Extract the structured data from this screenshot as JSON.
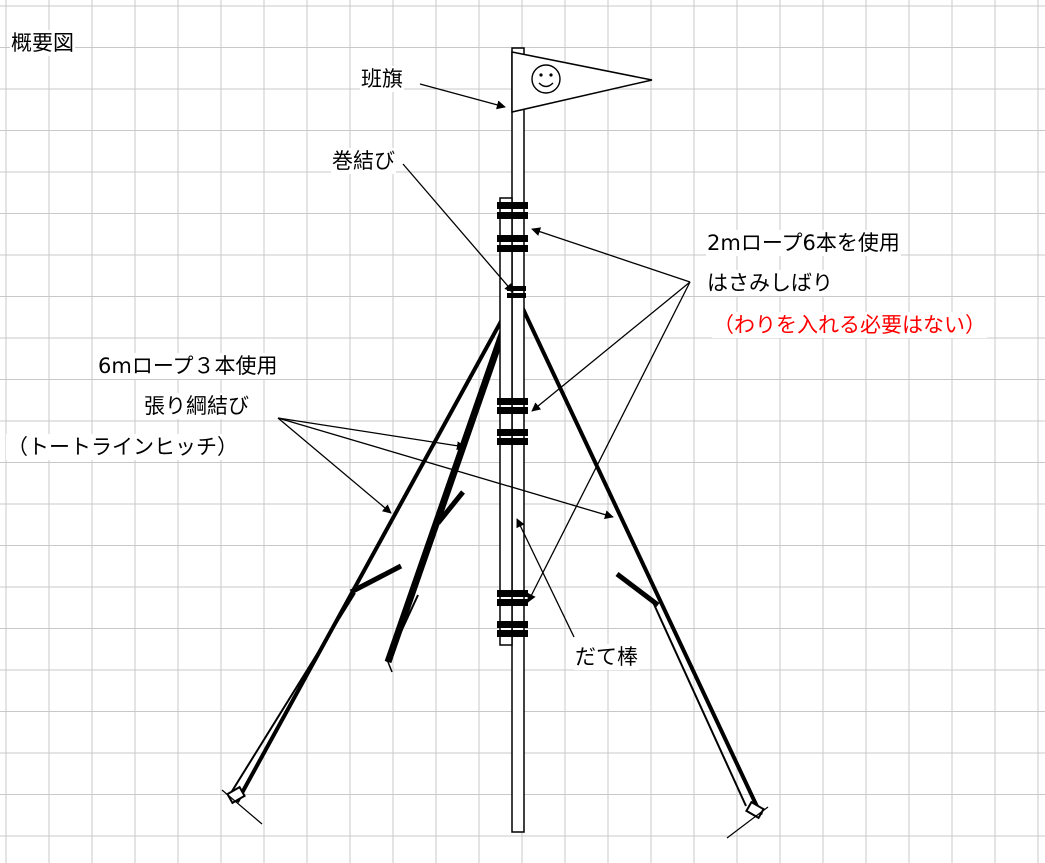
{
  "title": "概要図",
  "labels": {
    "flag": "班旗",
    "clove_hitch": "巻結び",
    "rope_2m": "2mロープ6本を使用",
    "sandwich_lashing": "はさみしばり",
    "no_frapping": "（わりを入れる必要はない）",
    "rope_6m": "6mロープ３本使用",
    "taut_line": "張り綱結び",
    "taut_line_en": "（トートラインヒッチ）",
    "spar": "だて棒"
  },
  "flag_face": "☺",
  "colors": {
    "grid": "#c8c8c8",
    "ink": "#000000",
    "note": "#ff0000"
  }
}
